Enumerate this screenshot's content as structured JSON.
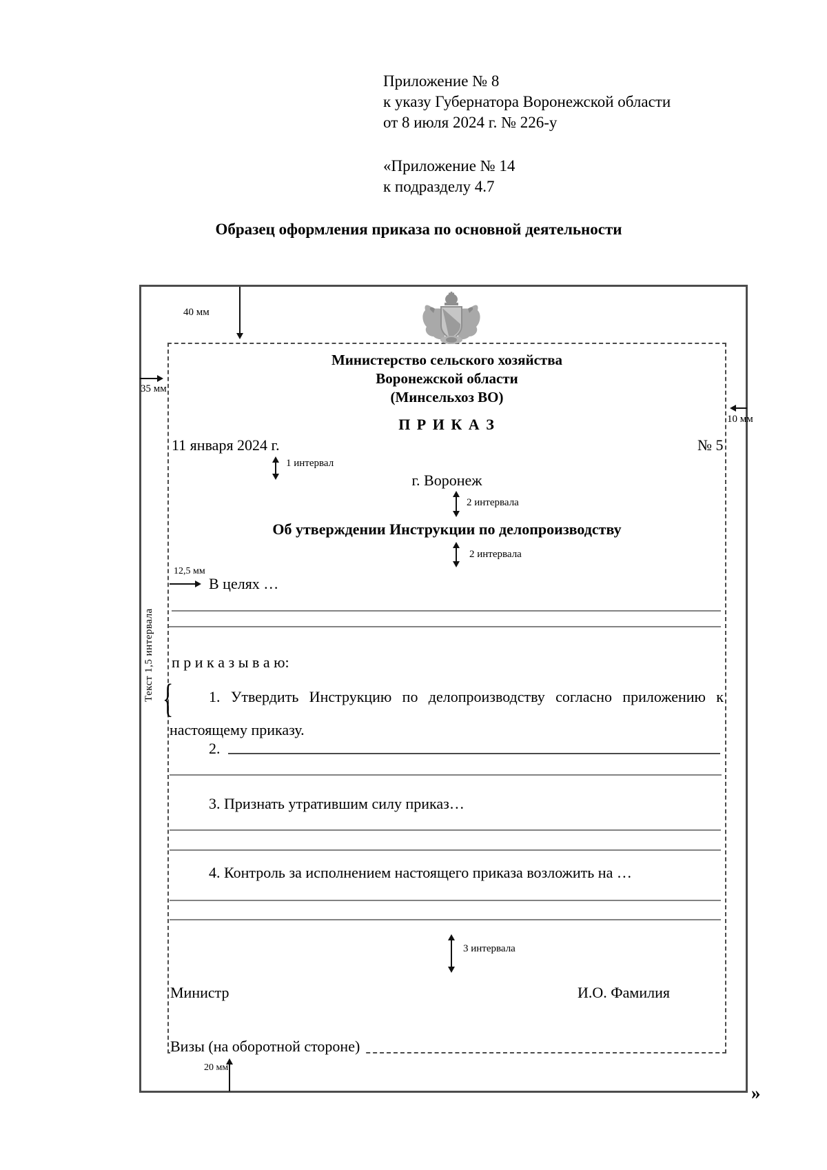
{
  "annotation": {
    "line1": "Приложение № 8",
    "line2": "к указу Губернатора Воронежской области",
    "line3": "от 8 июля 2024 г. № 226-у",
    "line4": "«Приложение № 14",
    "line5": "к подразделу 4.7"
  },
  "page_title": "Образец оформления приказа по основной деятельности",
  "letterhead": {
    "org_line1": "Министерство сельского хозяйства",
    "org_line2": "Воронежской области",
    "org_line3": "(Минсельхоз ВО)",
    "doc_type": "П Р И К А З",
    "date": "11 января 2024 г.",
    "number": "№ 5",
    "place": "г. Воронеж",
    "subject": "Об утверждении Инструкции по делопроизводству"
  },
  "dimension_labels": {
    "top_margin": "40 мм",
    "left_margin": "35 мм",
    "right_margin": "10 мм",
    "bottom_margin": "20 мм",
    "paragraph_indent": "12,5 мм"
  },
  "spacing_labels": {
    "interval_1": "1 интервал",
    "interval_2": "2 интервала",
    "interval_3": "3 интервала",
    "line_spacing_note": "Текст 1,5 интервала"
  },
  "body": {
    "intro": "В целях …",
    "command": "п р и к а з ы в а ю:",
    "item1_line1": "1. Утвердить Инструкцию по делопроизводству согласно приложению к",
    "item1_line2": "настоящему приказу.",
    "item2_number": "2.",
    "item3": "3. Признать утратившим силу приказ…",
    "item4": "4. Контроль за исполнением настоящего приказа возложить на …"
  },
  "signature": {
    "position": "Министр",
    "name": "И.О. Фамилия"
  },
  "footer": {
    "visas": "Визы (на оборотной стороне)",
    "closing_quote": "»"
  },
  "icons": {
    "emblem": "voronezh-coat-of-arms"
  }
}
